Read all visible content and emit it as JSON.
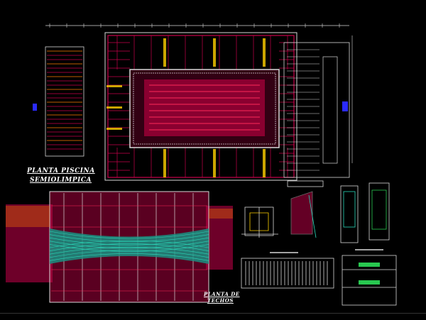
{
  "labels": {
    "plan_title_line1": "PLANTA PISCINA",
    "plan_title_line2": "SEMIOLIMPICA",
    "section_title_line1": "PLANTA DE",
    "section_title_line2": "TECHOS"
  },
  "colors": {
    "background": "#000000",
    "wall_red": "#c8004a",
    "hatch_red": "#ff2a5a",
    "yellow": "#ffd000",
    "grid_white": "#d8d8d8",
    "cyan_water": "#2ad6b8",
    "blue": "#2a2aff",
    "orange": "#ff7a00",
    "green": "#28c850"
  }
}
